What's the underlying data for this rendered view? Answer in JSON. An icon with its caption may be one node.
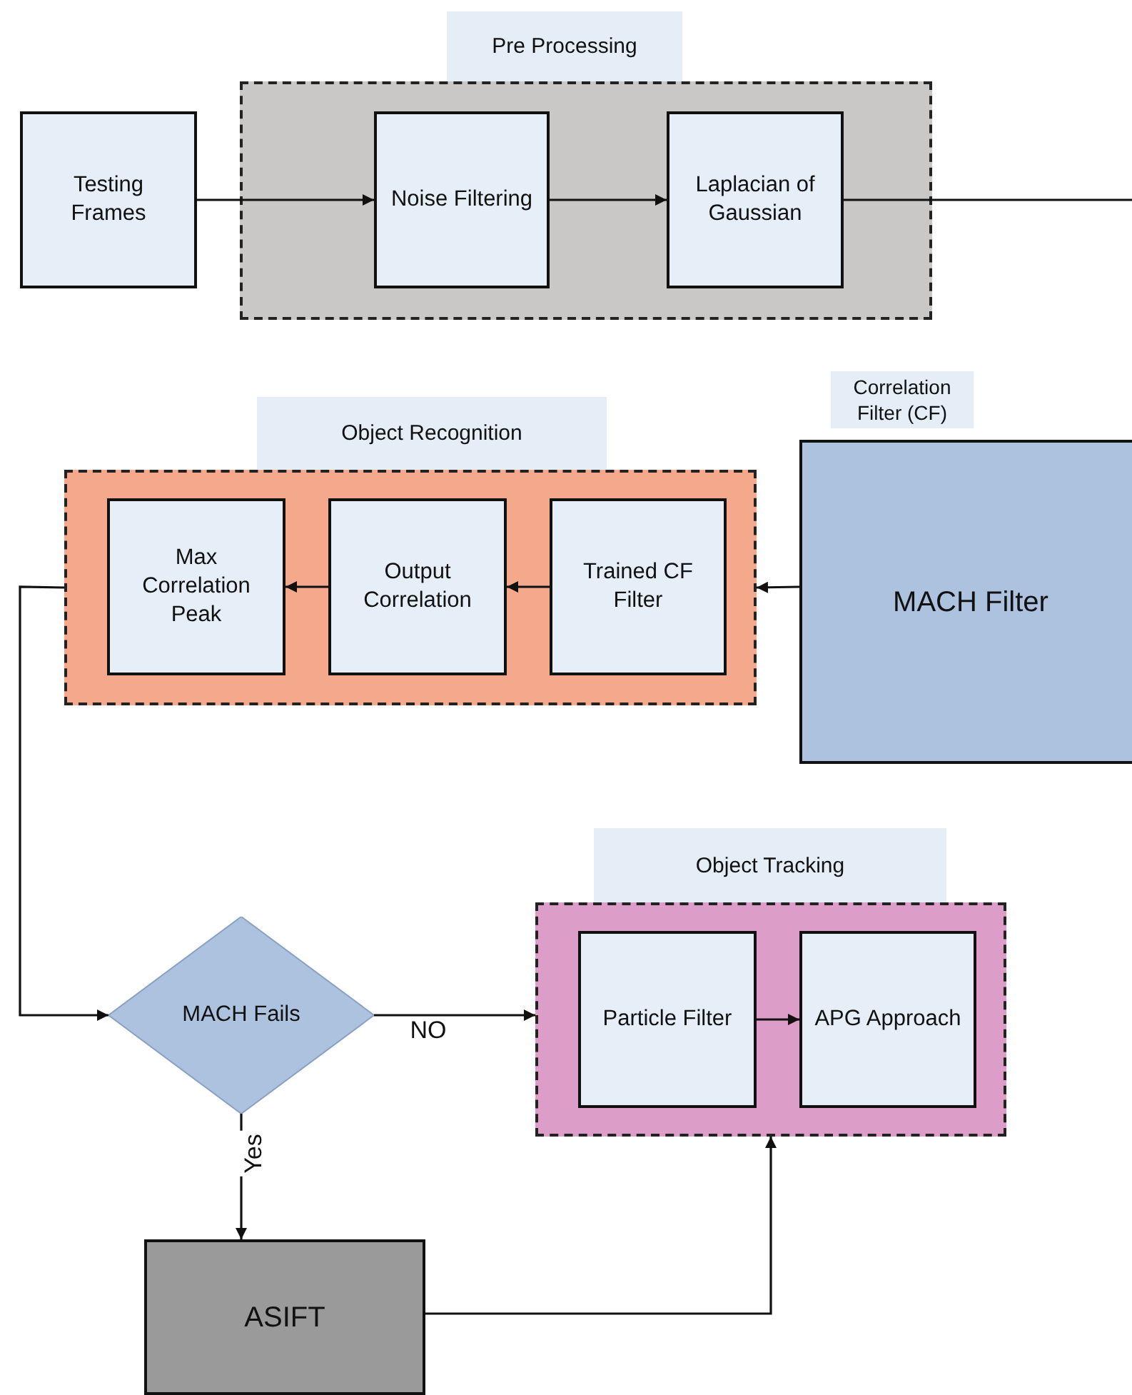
{
  "diagram": {
    "nodes": [
      {
        "text": [
          "Testing Frames"
        ]
      },
      {
        "text": [
          "Pre Processing"
        ]
      },
      {
        "text": [
          "Noise Filtering"
        ],
        "in": 1
      },
      {
        "text": [
          "Laplacian of Gaussian"
        ],
        "in": 1
      },
      {
        "text": [
          "MACH Filter"
        ],
        "beside": [
          "Correlation Filter (CF)"
        ]
      },
      {
        "text": [
          "Object Recognition"
        ]
      },
      {
        "text": [
          "Max Correlation Peak"
        ],
        "in": 5
      },
      {
        "text": [
          "Output Correlation"
        ],
        "in": 5
      },
      {
        "text": [
          "Trained CF Filter"
        ],
        "in": 5
      },
      {
        "text": [
          "MACH Fails"
        ]
      },
      {
        "text": [
          "Object Tracking"
        ]
      },
      {
        "text": [
          "Particle Filter"
        ],
        "in": 10
      },
      {
        "text": [
          "APG Approach"
        ],
        "in": 10
      },
      {
        "text": [
          "ASIFT"
        ]
      }
    ],
    "edges": [
      {
        "from": 0,
        "to": 2,
        "arrow": "to"
      },
      {
        "from": 2,
        "to": 3,
        "arrow": "to"
      },
      {
        "from": 3,
        "to": null,
        "arrow": "none"
      },
      {
        "from": 4,
        "to": 5,
        "arrow": "to"
      },
      {
        "from": 8,
        "to": 7,
        "arrow": "to"
      },
      {
        "from": 7,
        "to": 6,
        "arrow": "to"
      },
      {
        "from": 5,
        "to": 9,
        "arrow": "to"
      },
      {
        "from": 9,
        "to": 10,
        "arrow": "to",
        "label": "NO"
      },
      {
        "from": 11,
        "to": 12,
        "arrow": "to"
      },
      {
        "from": 9,
        "to": 13,
        "arrow": "to",
        "label": "Yes"
      },
      {
        "from": 13,
        "to": 10,
        "arrow": "to"
      }
    ]
  }
}
